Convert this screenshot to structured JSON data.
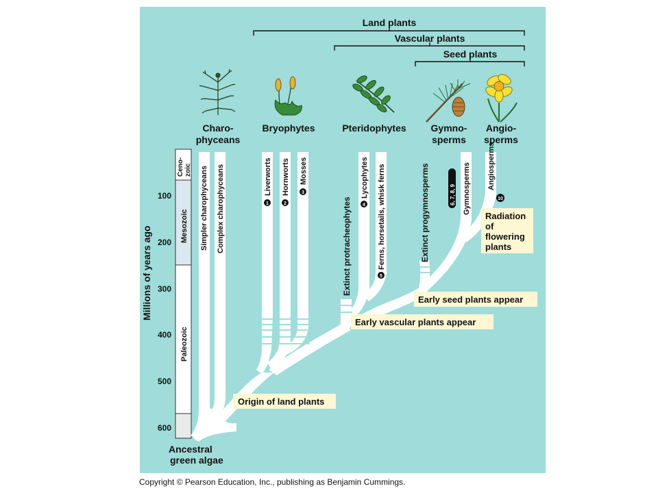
{
  "groups": {
    "land": "Land plants",
    "vascular": "Vascular plants",
    "seed": "Seed plants"
  },
  "groups_heads": {
    "charo": [
      "Charo-",
      "phyceans"
    ],
    "bryo": [
      "Bryophytes"
    ],
    "pterido": [
      "Pteridophytes"
    ],
    "gymno": [
      "Gymno-",
      "sperms"
    ],
    "angio": [
      "Angio-",
      "sperms"
    ]
  },
  "timescale": {
    "axis_label": "Millions of years ago",
    "ticks": [
      "100",
      "200",
      "300",
      "400",
      "500",
      "600"
    ],
    "eras": [
      "Ceno-",
      "zoic",
      "Mesozoic",
      "Paleozoic"
    ]
  },
  "lineages": {
    "simpler_charo": "Simpler charophyceans",
    "complex_charo": "Complex charophyceans",
    "liverworts": "Liverworts",
    "hornworts": "Hornworts",
    "mosses": "Mosses",
    "protracheophytes": "Extinct protracheophytes",
    "lycophytes": "Lycophytes",
    "ferns": "Ferns, horsetails, whisk ferns",
    "progymnosperms": "Extinct progymnosperms",
    "gymnosperms": "Gymnosperms",
    "angiosperms": "Angiosperms"
  },
  "markers": {
    "m1": "1",
    "m2": "2",
    "m3": "3",
    "m4": "4",
    "m5": "5",
    "m6789": "6, 7, 8, 9",
    "m10": "10"
  },
  "events": {
    "origin": "Origin of land plants",
    "early_vascular": "Early vascular plants appear",
    "early_seed": "Early seed plants appear",
    "radiation": [
      "Radiation",
      "of",
      "flowering",
      "plants"
    ]
  },
  "root_label": [
    "Ancestral",
    "green algae"
  ],
  "copyright": "Copyright © Pearson Education, Inc., publishing as Benjamin Cummings.",
  "colors": {
    "panel": "#a0dcd9",
    "branch": "#ffffff",
    "callout": "#fdf7d3",
    "era_band": "#dbe8ef"
  },
  "icons": [
    "charophycean-icon",
    "moss-icon",
    "fern-frond-icon",
    "pine-cone-icon",
    "daffodil-icon"
  ]
}
